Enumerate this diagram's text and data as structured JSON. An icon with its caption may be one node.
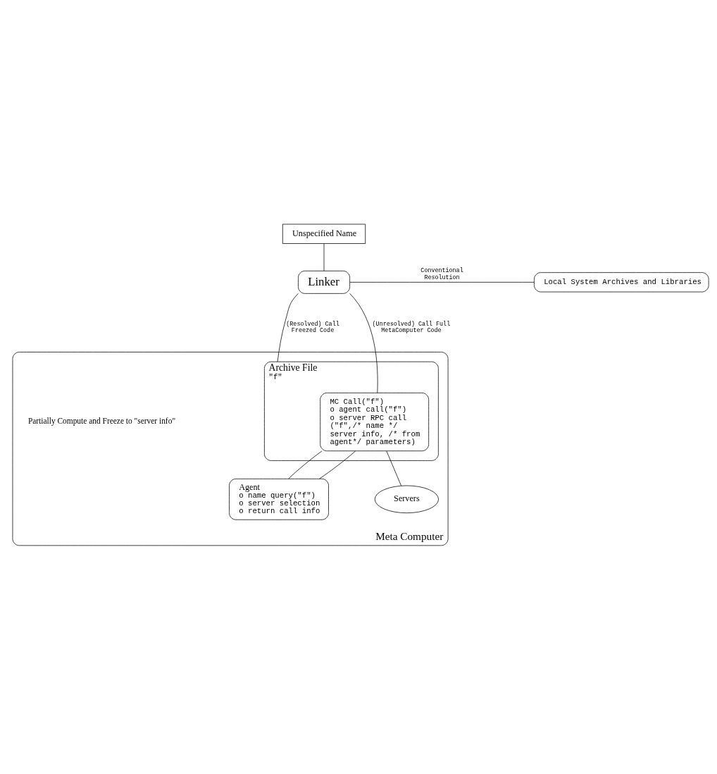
{
  "diagram": {
    "nodes": [
      {
        "text": [
          "Unspecified Name"
        ]
      },
      {
        "text": [
          "Linker"
        ]
      },
      {
        "text": [
          "Local System Archives and Libraries"
        ]
      },
      {
        "text": [
          "Meta Computer"
        ]
      },
      {
        "text": [
          "Archive File",
          "\"f\""
        ],
        "in": 3
      },
      {
        "text": [
          "MC Call(\"f\")",
          "o agent call(\"f\")",
          "o server RPC call (\"f\",/* name */ server info, /* from agent*/ parameters)"
        ],
        "in": 4
      },
      {
        "text": [
          "Agent",
          "o name query(\"f\")",
          "o server selection",
          "o return call info"
        ],
        "in": 3
      },
      {
        "text": [
          "Servers"
        ],
        "in": 3
      }
    ],
    "edges": [
      {
        "from": 0,
        "to": 1,
        "arrow": "none"
      },
      {
        "from": 1,
        "to": 2,
        "arrow": "none",
        "label": "Conventional Resolution"
      },
      {
        "from": 1,
        "to": 4,
        "arrow": "none",
        "label": "(Resolved) Call Freezed Code"
      },
      {
        "from": 1,
        "to": 5,
        "arrow": "none",
        "label": "(Unresolved) Call Full MetaComputer Code"
      },
      {
        "from": 5,
        "to": 6,
        "arrow": "none"
      },
      {
        "from": 5,
        "to": 6,
        "arrow": "none"
      },
      {
        "from": 5,
        "to": 7,
        "arrow": "none"
      }
    ],
    "labels": [
      "Partially Compute and Freeze to \"server info\""
    ]
  }
}
